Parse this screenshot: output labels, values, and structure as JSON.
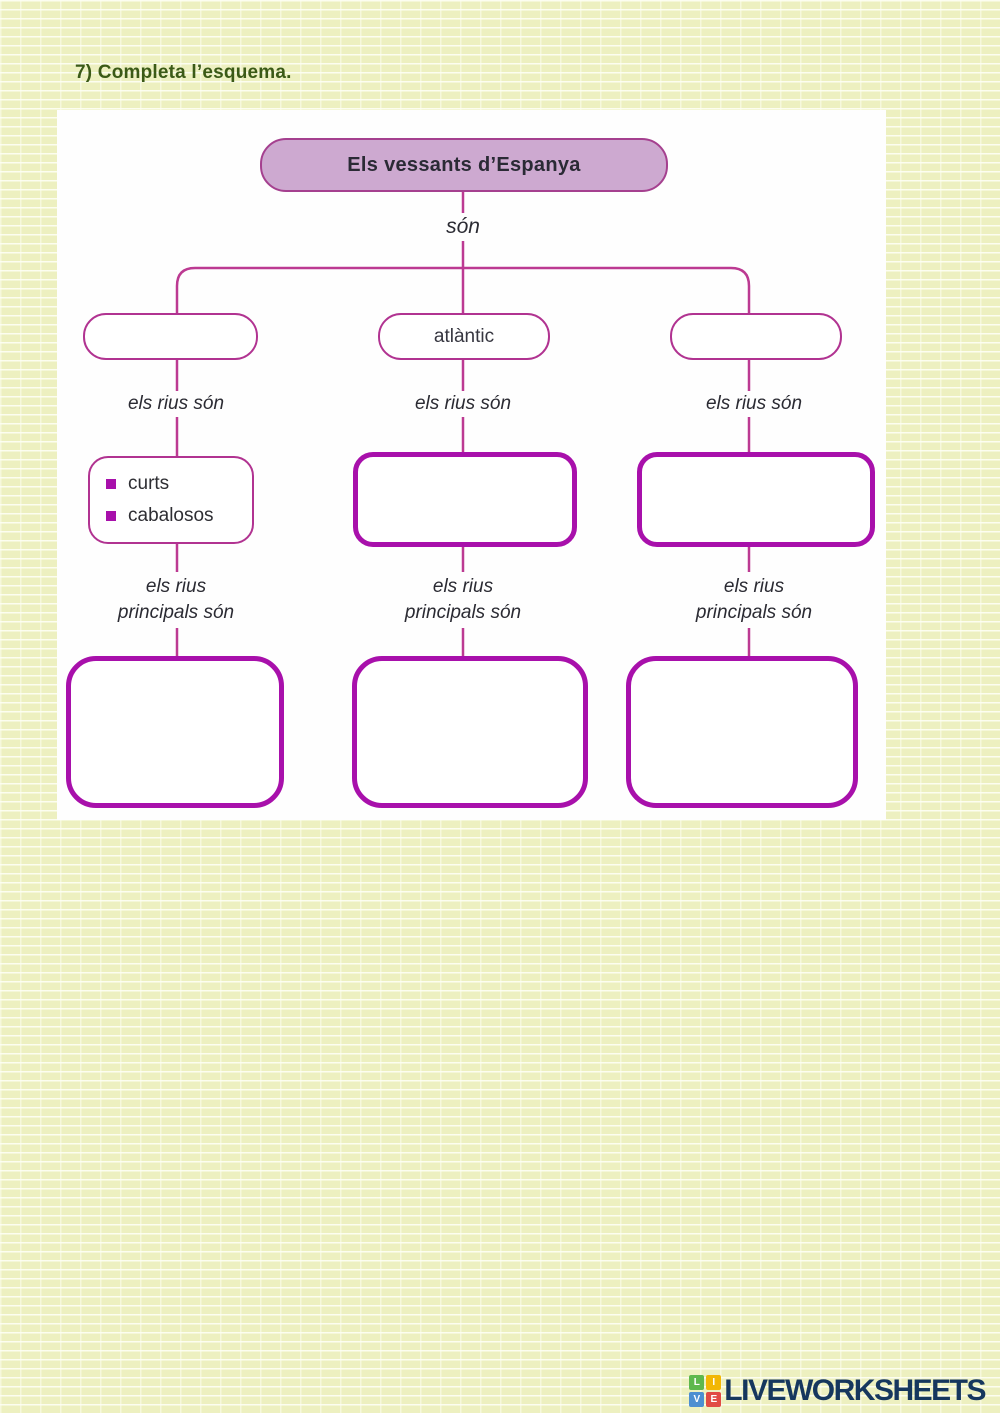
{
  "page": {
    "title": "7) Completa l’esquema."
  },
  "colors": {
    "background": "#edf0c0",
    "title_green": "#3b5a17",
    "connector_line": "#bc3a92",
    "thin_box_border": "#b13391",
    "thick_answer_border": "#a810ab",
    "root_box_fill": "#cda9d0",
    "root_box_border": "#a5408f",
    "diagram_text": "#2b2b33",
    "brand_navy": "#16375e"
  },
  "diagram": {
    "root_label": "Els vessants d’Espanya",
    "son_label": "són",
    "columns": [
      {
        "vessant_value": "",
        "rius_label": "els rius són",
        "rius_items": {
          "0": "curts",
          "1": "cabalosos"
        },
        "principals_label_line1": "els rius",
        "principals_label_line2": "principals són",
        "principals_value": ""
      },
      {
        "vessant_value": "atlàntic",
        "rius_label": "els rius són",
        "rius_value": "",
        "principals_label_line1": "els rius",
        "principals_label_line2": "principals són",
        "principals_value": ""
      },
      {
        "vessant_value": "",
        "rius_label": "els rius són",
        "rius_value": "",
        "principals_label_line1": "els rius",
        "principals_label_line2": "principals són",
        "principals_value": ""
      }
    ]
  },
  "footer": {
    "brand": "LIVEWORKSHEETS",
    "logo_squares": {
      "0": {
        "letter": "L",
        "color": "#5eb84d"
      },
      "1": {
        "letter": "I",
        "color": "#f2b705"
      },
      "2": {
        "letter": "V",
        "color": "#4d8fd1"
      },
      "3": {
        "letter": "E",
        "color": "#e14b44"
      }
    }
  }
}
